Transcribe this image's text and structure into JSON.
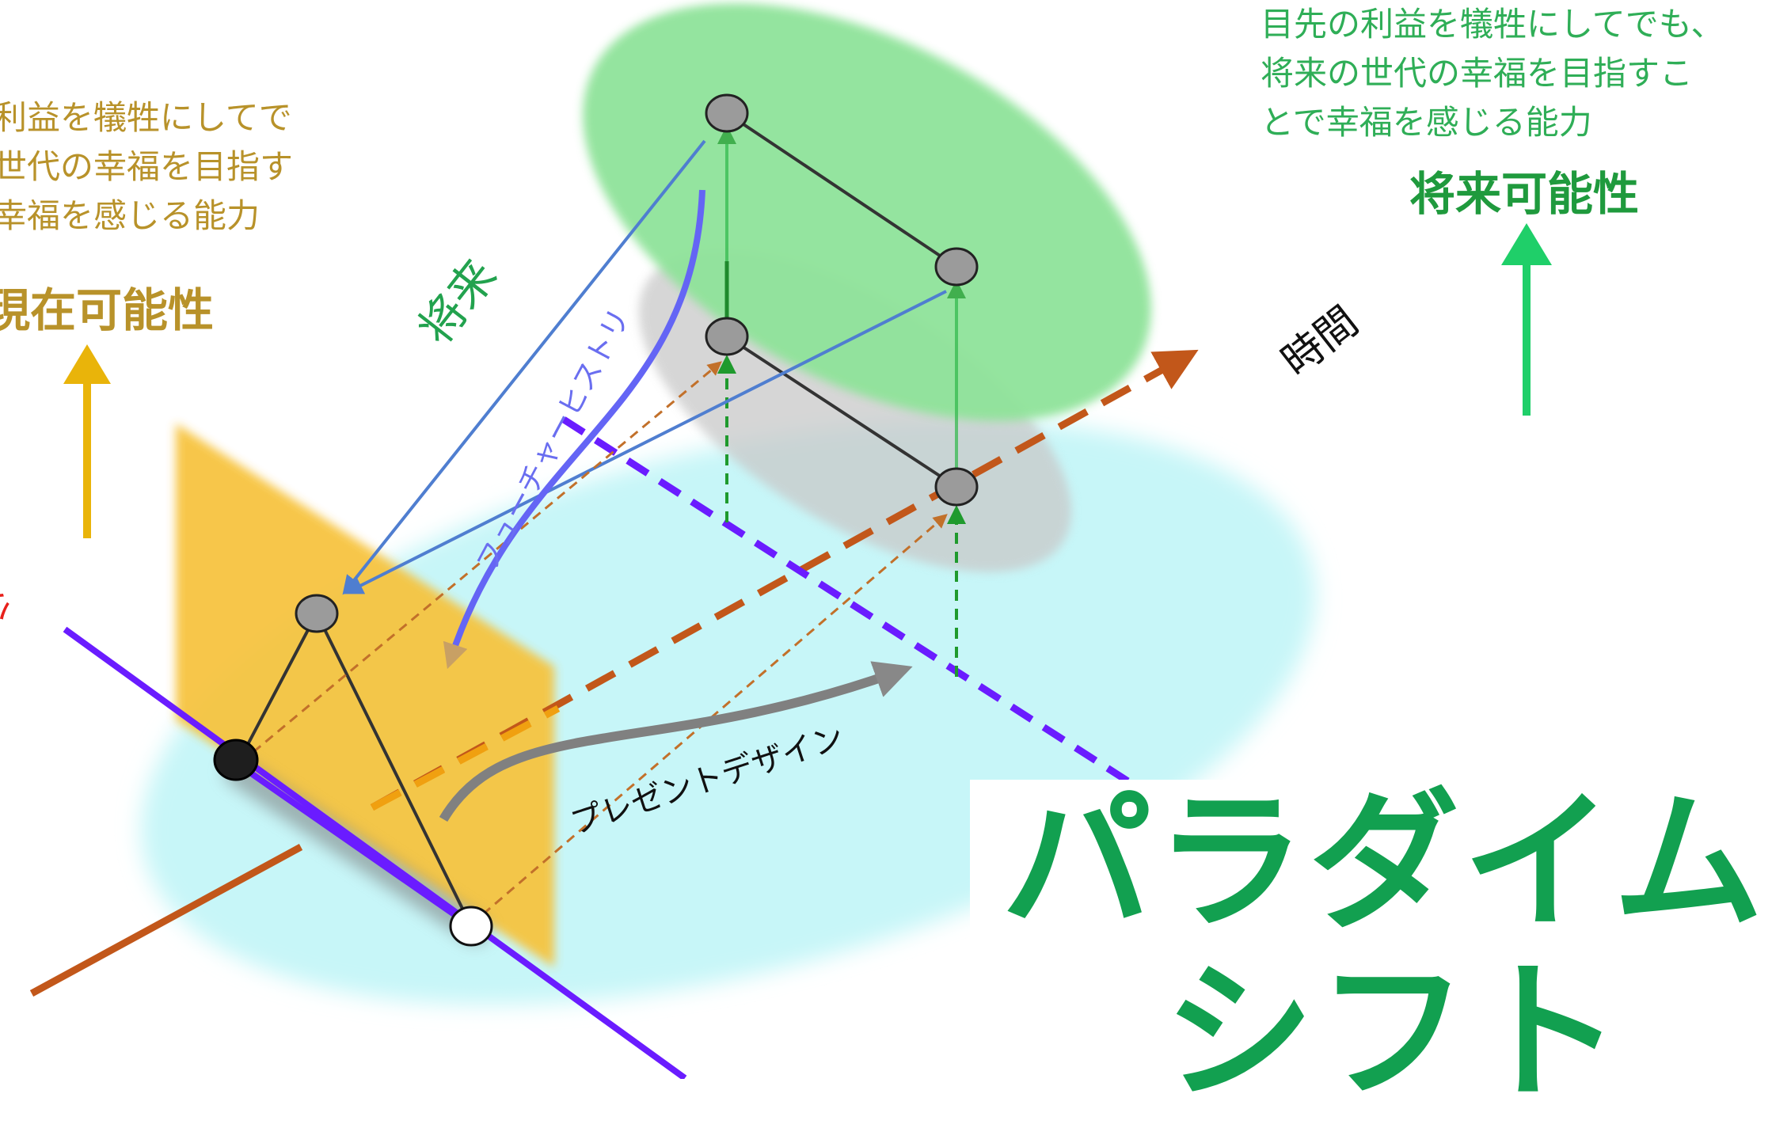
{
  "diagram": {
    "description_left_lines": [
      "利益を犠牲にしてで",
      "世代の幸福を目指す",
      "幸福を感じる能力"
    ],
    "title_left": "現在可能性",
    "description_right_lines": [
      "目先の利益を犠牲にしてでも、",
      "将来の世代の幸福を目指すこ",
      "とで幸福を感じる能力"
    ],
    "title_right": "将来可能性",
    "label_future": "将来",
    "label_future_history": "フューチャーヒストリ",
    "label_time": "時間",
    "label_present_design": "プレゼントデザイン",
    "label_past": "公",
    "headline_line1": "パラダイム",
    "headline_line2": "シフト"
  },
  "colors": {
    "gold": "#b8922a",
    "green_text": "#1f9a3d",
    "headline_green": "#12a050",
    "cyan_plane": "#c7f6f8",
    "green_ellipse": "#8fe39a",
    "gray_ellipse": "#c8c8c8",
    "yellow_plane": "#f7c23a",
    "purple_axis": "#6a1cff",
    "brown_axis": "#c2571a",
    "blue_line": "#4f7ed0",
    "arrow_gold": "#e9b40a",
    "arrow_green": "#1fcf69"
  },
  "icons": [
    "up-arrow-gold-icon",
    "up-arrow-green-icon",
    "node-circle-icon"
  ]
}
